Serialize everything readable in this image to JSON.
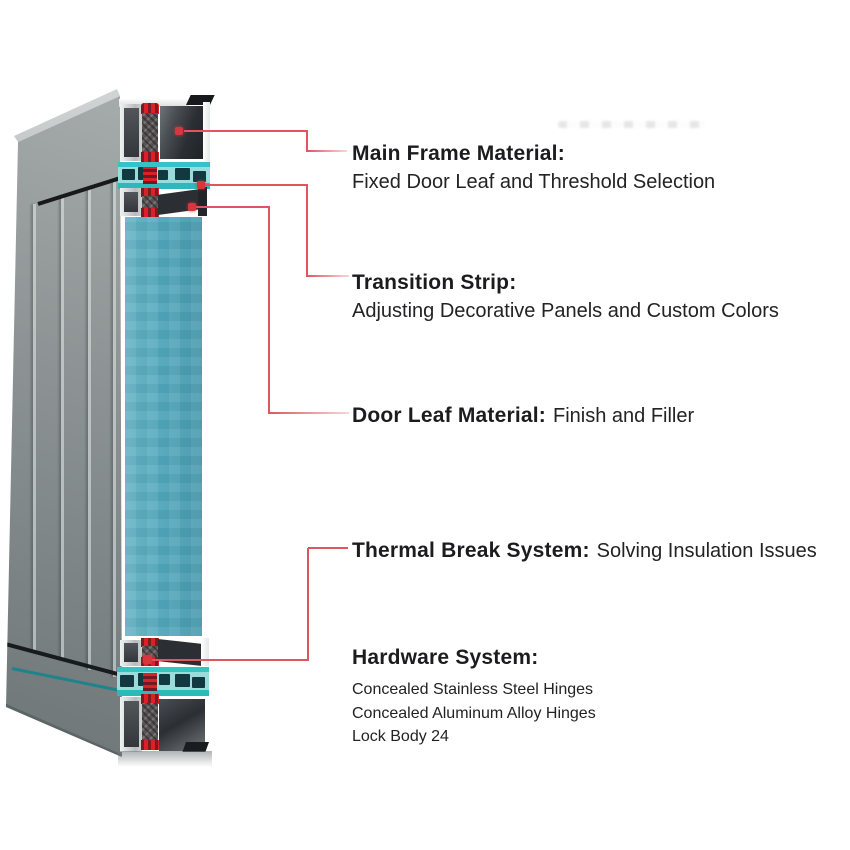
{
  "callouts": [
    {
      "id": "main-frame",
      "title": "Main Frame Material:",
      "description": "Fixed Door Leaf and Threshold Selection"
    },
    {
      "id": "transition-strip",
      "title": "Transition Strip:",
      "description": "Adjusting Decorative Panels and Custom Colors"
    },
    {
      "id": "door-leaf",
      "title": "Door Leaf Material:",
      "description": "Finish and Filler"
    },
    {
      "id": "thermal-break",
      "title": "Thermal Break System:",
      "description": "Solving Insulation Issues"
    },
    {
      "id": "hardware",
      "title": "Hardware System:",
      "items": [
        "Concealed Stainless Steel Hinges",
        "Concealed Aluminum Alloy Hinges",
        "Lock Body 24"
      ]
    }
  ],
  "diagram_parts": [
    "door-leaf-panel",
    "main-frame-profile",
    "gasket-band",
    "door-leaf-rail",
    "insulation-core",
    "thermal-break-strips",
    "threshold-profile"
  ],
  "colors": {
    "background": "#ffffff",
    "leader_red": "#df5560",
    "marker_red": "#d8353e",
    "thermal_red": "#dc2027",
    "gasket_teal": "#35c4c6",
    "gasket_dark": "#123840",
    "insulation_blue": "#55abbe",
    "aluminum_mid": "#b6bbbd",
    "cavity_dark": "#2b2f34",
    "panel_gray": "#8d9394",
    "text_dark": "#1c1c1e"
  }
}
